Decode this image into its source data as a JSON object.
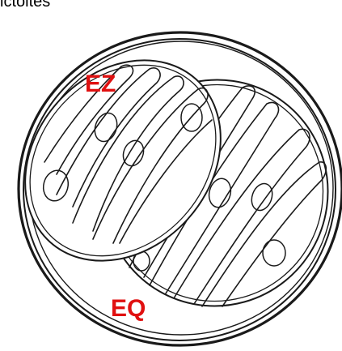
{
  "caption": "ictoites",
  "labels": {
    "ez": "EZ",
    "eq": "EQ"
  },
  "colors": {
    "label": "#e01010",
    "outline": "#1a1a1a"
  }
}
